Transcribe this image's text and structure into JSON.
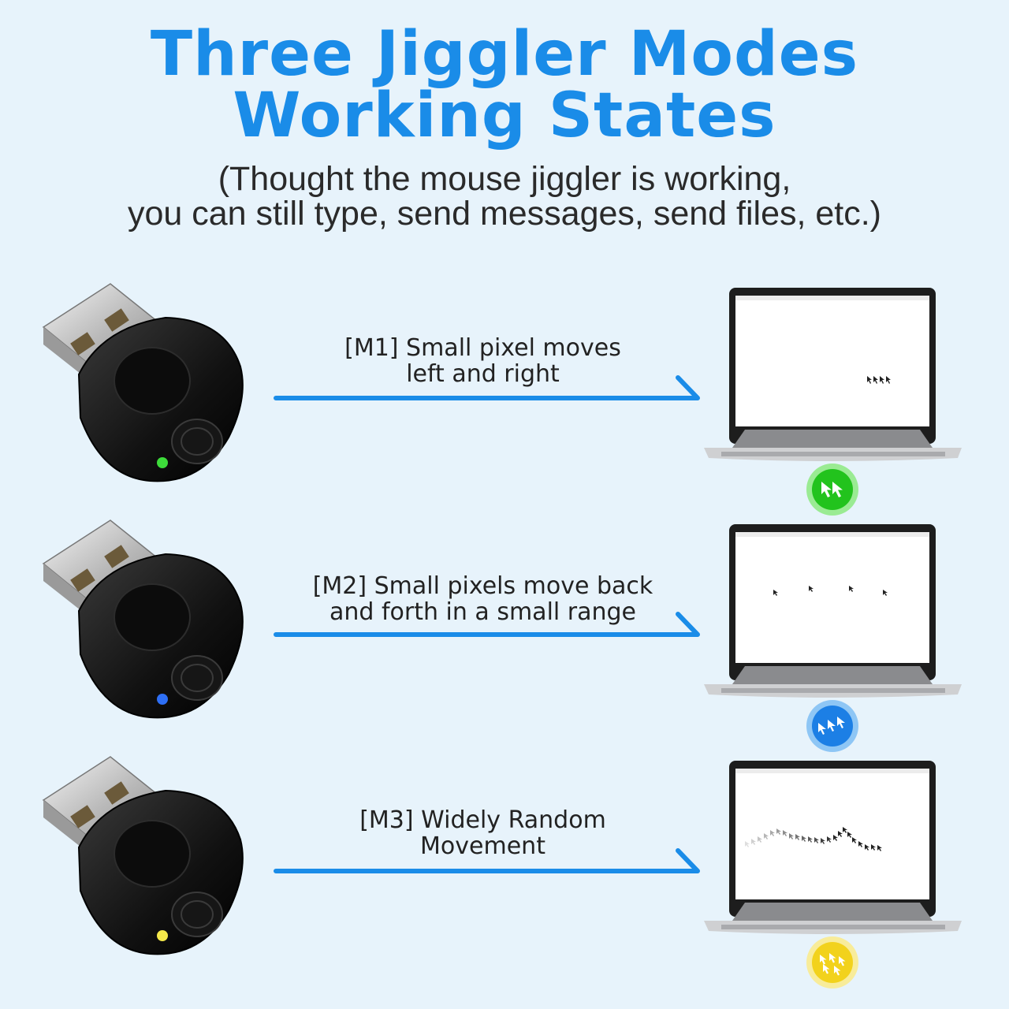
{
  "header": {
    "title_line1": "Three Jiggler Modes",
    "title_line2": "Working States",
    "subtitle_line1": "(Thought the mouse jiggler is working,",
    "subtitle_line2": "you can still type, send messages, send files, etc.)"
  },
  "modes": [
    {
      "label_line1": "[M1] Small pixel moves",
      "label_line2": "left and right",
      "led_color": "#3ddc3a",
      "badge_color": "#22c31d",
      "badge_ring": "#9aeb93",
      "icon": "cursor-left-right-icon"
    },
    {
      "label_line1": "[M2] Small pixels move back",
      "label_line2": "and forth in a small range",
      "led_color": "#2e6ff5",
      "badge_color": "#1c7fe5",
      "badge_ring": "#8ec6f5",
      "icon": "cursor-range-icon"
    },
    {
      "label_line1": "[M3] Widely Random",
      "label_line2": "Movement",
      "led_color": "#f4e84a",
      "badge_color": "#f2d21c",
      "badge_ring": "#f8ec9a",
      "icon": "cursor-random-icon"
    }
  ],
  "colors": {
    "background": "#e7f3fb",
    "title": "#1a8ce8",
    "arrow": "#1a8ce8"
  }
}
